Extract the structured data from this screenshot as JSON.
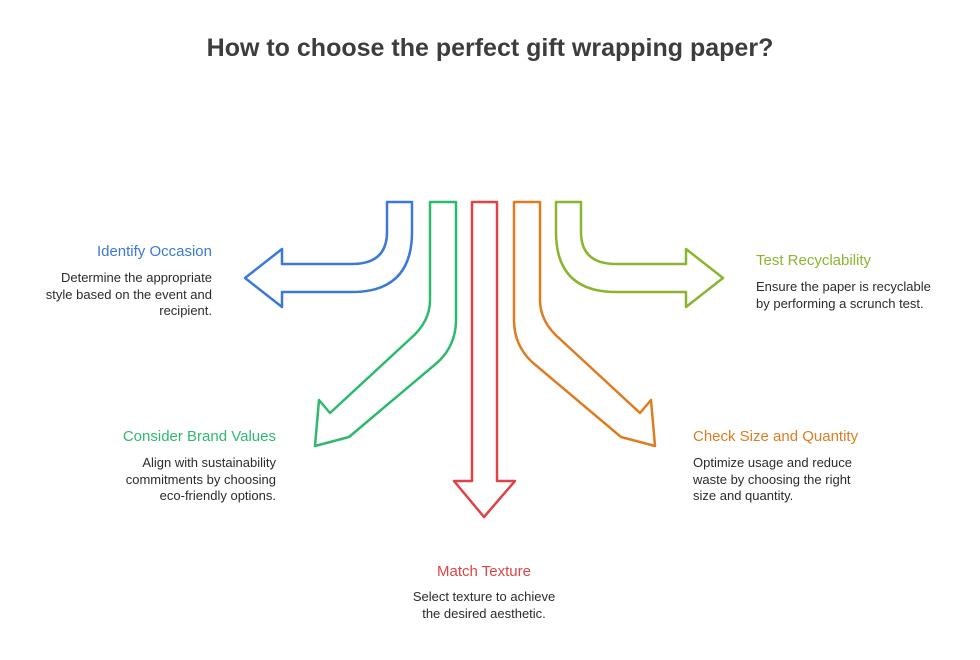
{
  "title": "How to choose the perfect gift wrapping paper?",
  "colors": {
    "blue": "#3b78d8",
    "green": "#2fb96f",
    "red": "#de4346",
    "orange": "#dd7d22",
    "lime": "#8ab52f",
    "title": "#3d3d3d",
    "text": "#2b2b2b"
  },
  "steps": [
    {
      "label": "Identify Occasion",
      "description_lines": [
        "Determine the appropriate",
        "style based on the event and",
        "recipient."
      ],
      "color": "#3b78d8"
    },
    {
      "label": "Consider Brand Values",
      "description_lines": [
        "Align with sustainability",
        "commitments by choosing",
        "eco-friendly options."
      ],
      "color": "#2fb96f"
    },
    {
      "label": "Match Texture",
      "description_lines": [
        "Select texture to achieve",
        "the desired aesthetic."
      ],
      "color": "#de4346"
    },
    {
      "label": "Check Size and Quantity",
      "description_lines": [
        "Optimize usage and reduce",
        "waste by choosing the right",
        "size and quantity."
      ],
      "color": "#dd7d22"
    },
    {
      "label": "Test Recyclability",
      "description_lines": [
        "Ensure the paper is recyclable",
        "by performing a scrunch test."
      ],
      "color": "#8ab52f"
    }
  ]
}
